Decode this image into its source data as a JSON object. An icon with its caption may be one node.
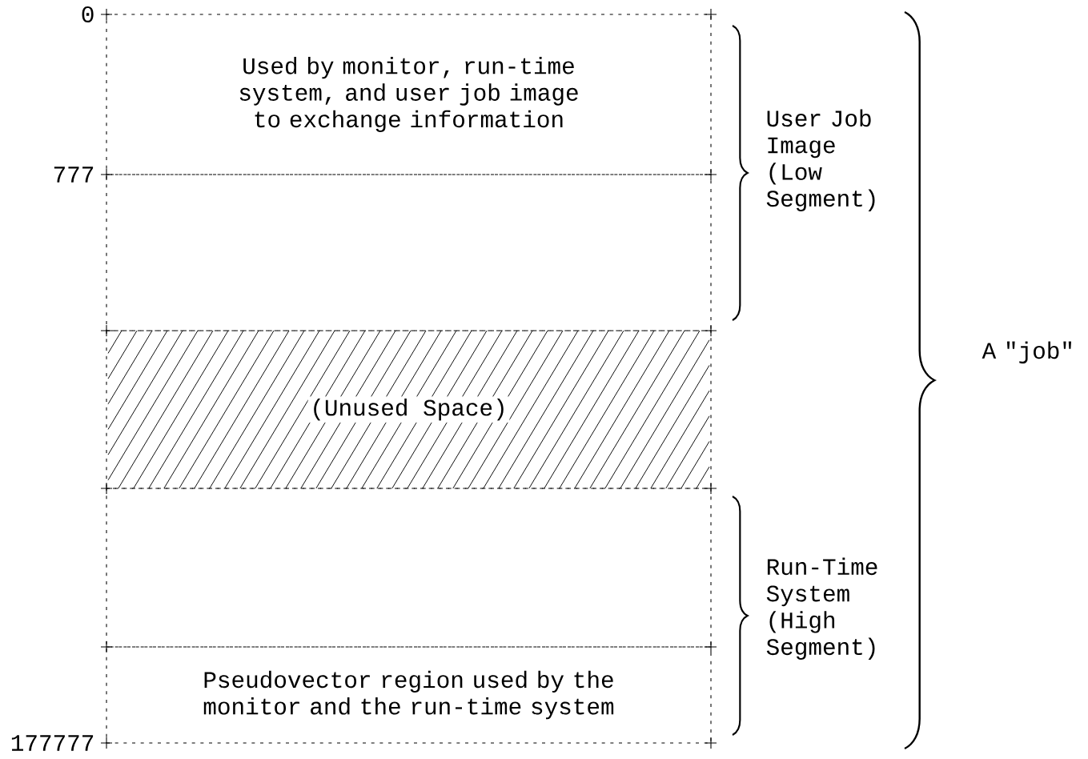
{
  "diagram": {
    "nodes": [
      {
        "text": [
          "Used by monitor, run-time system, and user job image to exchange information"
        ]
      },
      {
        "text": [],
        "shape": "box"
      },
      {
        "text": [
          "(Unused Space)"
        ]
      },
      {
        "text": [],
        "shape": "box"
      },
      {
        "text": [
          "Pseudovector region used by the monitor and the run-time system"
        ]
      }
    ],
    "edges": [],
    "labels": [
      "0",
      "User Job Image (Low Segment)",
      "777",
      "A \"job\"",
      "Run-Time System (High Segment)",
      "177777"
    ]
  }
}
